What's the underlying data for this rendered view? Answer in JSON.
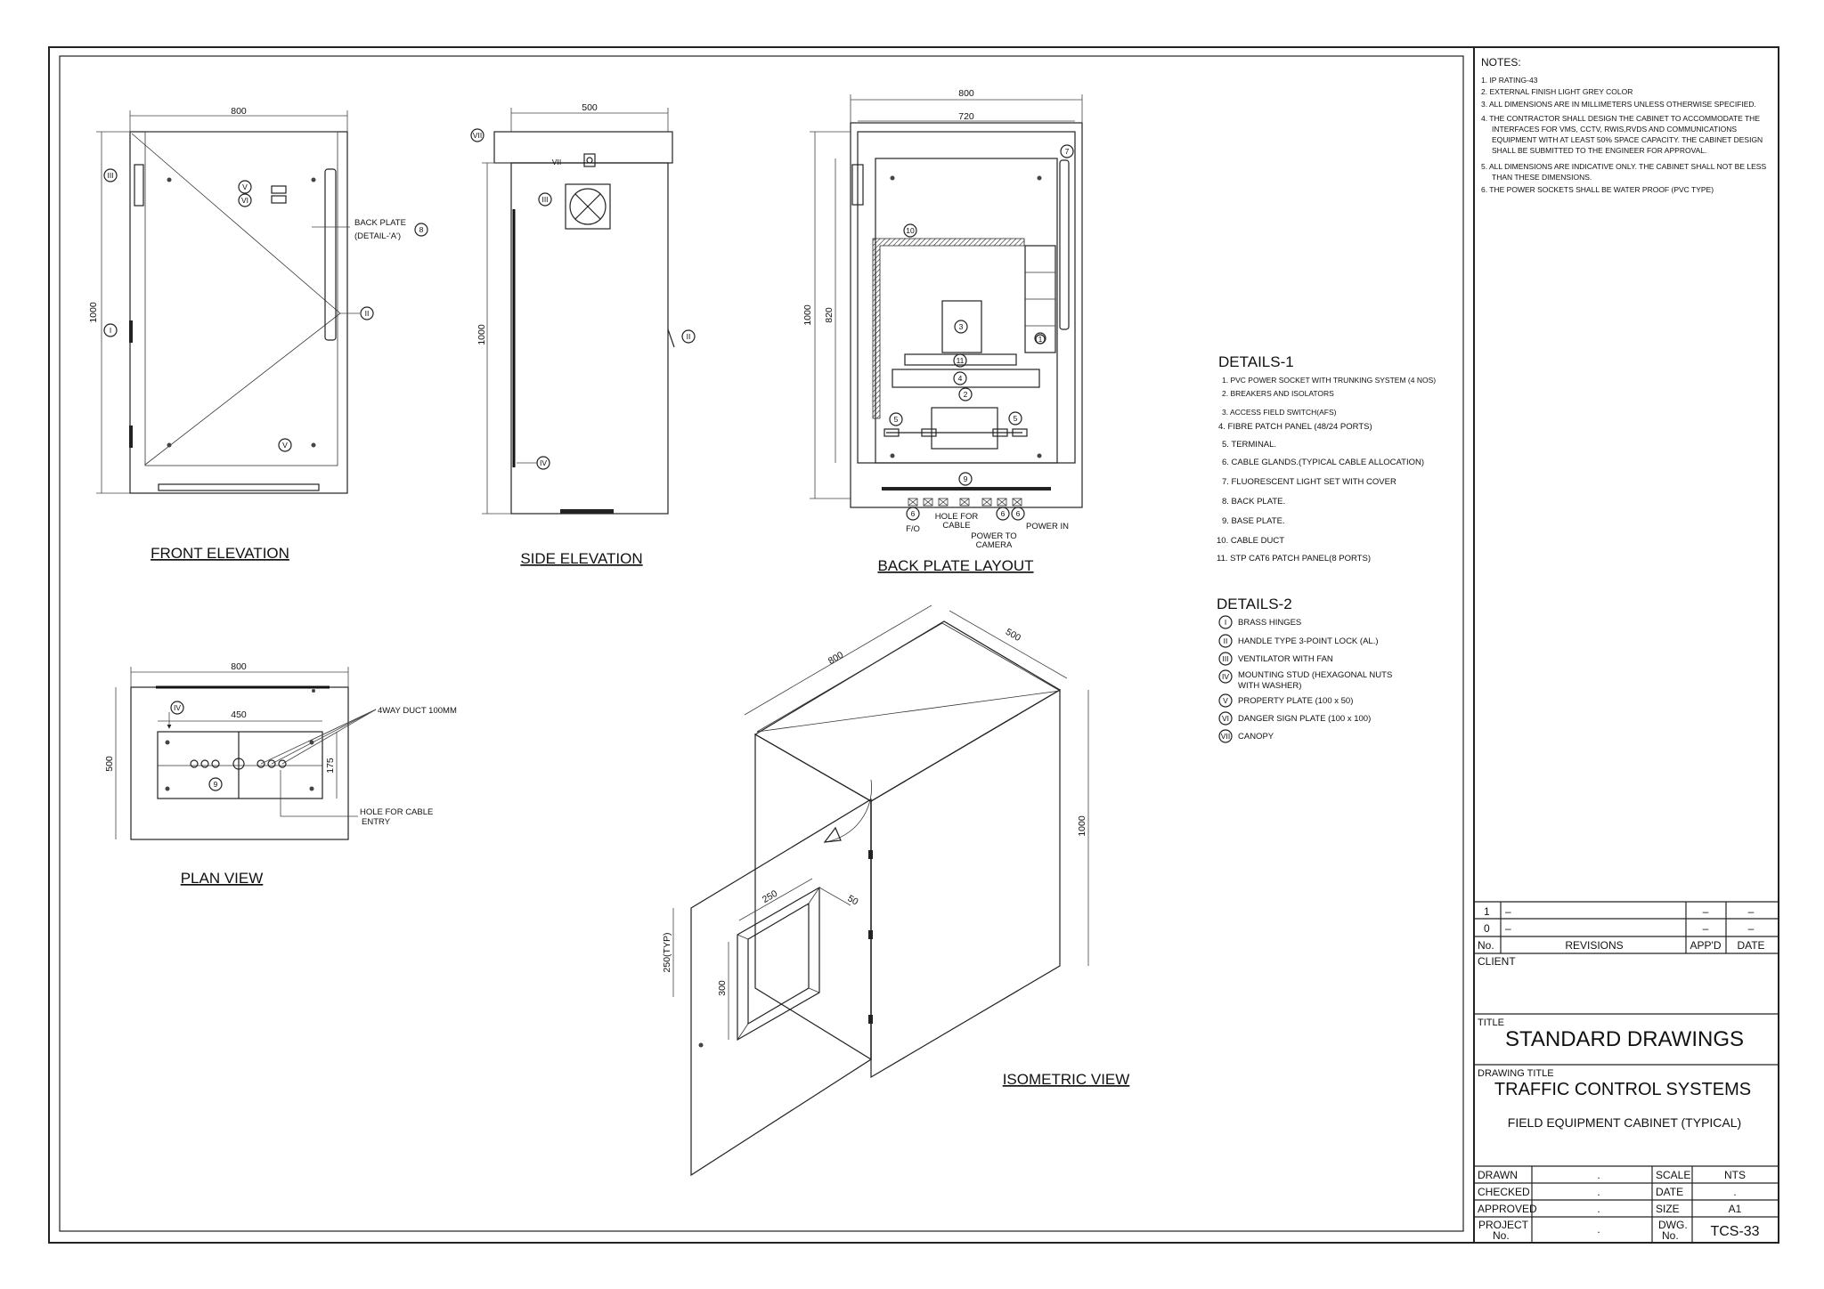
{
  "notes": {
    "heading": "NOTES:",
    "items": [
      "1. IP RATING-43",
      "2. EXTERNAL FINISH LIGHT GREY COLOR",
      "3. ALL DIMENSIONS ARE IN MILLIMETERS UNLESS OTHERWISE SPECIFIED.",
      "4. THE CONTRACTOR SHALL DESIGN THE CABINET TO ACCOMMODATE THE",
      "INTERFACES FOR VMS, CCTV, RWIS,RVDS  AND COMMUNICATIONS",
      "EQUIPMENT WITH AT LEAST 50% SPACE CAPACITY. THE CABINET DESIGN",
      "SHALL BE SUBMITTED  TO THE ENGINEER FOR APPROVAL.",
      "5. ALL DIMENSIONS ARE INDICATIVE ONLY. THE CABINET SHALL NOT BE LESS",
      "THAN THESE DIMENSIONS.",
      "6. THE POWER SOCKETS SHALL BE WATER PROOF (PVC TYPE)"
    ]
  },
  "details1": {
    "heading": "DETAILS-1",
    "items": [
      "1. PVC POWER SOCKET WITH TRUNKING SYSTEM (4 NOS)",
      "2. BREAKERS AND ISOLATORS",
      "3. ACCESS FIELD SWITCH(AFS)",
      "4. FIBRE PATCH PANEL (48/24 PORTS)",
      "5. TERMINAL.",
      "6. CABLE GLANDS.(TYPICAL CABLE ALLOCATION)",
      "7. FLUORESCENT LIGHT SET WITH COVER",
      "8. BACK PLATE.",
      "9. BASE PLATE.",
      "10. CABLE DUCT",
      "11. STP CAT6 PATCH PANEL(8 PORTS)"
    ]
  },
  "details2": {
    "heading": "DETAILS-2",
    "items": [
      {
        "num": "I",
        "text": "BRASS HINGES"
      },
      {
        "num": "II",
        "text": "HANDLE TYPE 3-POINT LOCK (AL.)"
      },
      {
        "num": "III",
        "text": "VENTILATOR WITH FAN"
      },
      {
        "num": "IV",
        "text": "MOUNTING STUD (HEXAGONAL NUTS"
      },
      {
        "num": "",
        "text": "WITH WASHER)"
      },
      {
        "num": "V",
        "text": "PROPERTY PLATE (100 x 50)"
      },
      {
        "num": "VI",
        "text": "DANGER SIGN PLATE (100 x 100)"
      },
      {
        "num": "VII",
        "text": "CANOPY"
      }
    ]
  },
  "views": {
    "front": "FRONT ELEVATION",
    "side": "SIDE ELEVATION",
    "back": "BACK PLATE LAYOUT",
    "plan": "PLAN VIEW",
    "iso": "ISOMETRIC VIEW"
  },
  "dims": {
    "d800": "800",
    "d500": "500",
    "d1000": "1000",
    "d720": "720",
    "d820": "820",
    "d450": "450",
    "d175": "175",
    "d250": "250",
    "d50": "50",
    "d300": "300",
    "d250typ": "250(TYP)"
  },
  "labels": {
    "back_plate": "BACK PLATE",
    "detail_a": "(DETAIL-'A')",
    "fo": "F/O",
    "hole_for": "HOLE FOR",
    "cable": "CABLE",
    "power_to": "POWER TO",
    "camera": "CAMERA",
    "power_in": "POWER IN",
    "duct": "4WAY DUCT 100MM",
    "hole_cable": "HOLE FOR CABLE",
    "entry": "ENTRY"
  },
  "markers": {
    "I": "I",
    "II": "II",
    "III": "III",
    "IV": "IV",
    "V": "V",
    "VI": "VI",
    "VII": "VII",
    "n1": "1",
    "n2": "2",
    "n3": "3",
    "n4": "4",
    "n5": "5",
    "n6": "6",
    "n7": "7",
    "n8": "8",
    "n9": "9",
    "n10": "10",
    "n11": "11"
  },
  "revisions": {
    "rows": [
      {
        "no": "1",
        "desc": "–",
        "appd": "–",
        "date": "–"
      },
      {
        "no": "0",
        "desc": "–",
        "appd": "–",
        "date": "–"
      }
    ],
    "header": {
      "no": "No.",
      "desc": "REVISIONS",
      "appd": "APP'D",
      "date": "DATE"
    }
  },
  "titleblock": {
    "client_label": "CLIENT",
    "title_label": "TITLE",
    "title": "STANDARD DRAWINGS",
    "drawing_title_label": "DRAWING TITLE",
    "drawing_title": "TRAFFIC CONTROL SYSTEMS",
    "drawing_subtitle": "FIELD EQUIPMENT CABINET (TYPICAL)",
    "drawn_label": "DRAWN",
    "drawn": ".",
    "checked_label": "CHECKED",
    "checked": ".",
    "approved_label": "APPROVED",
    "approved": ".",
    "project_label_1": "PROJECT",
    "project_label_2": "No.",
    "project": ".",
    "scale_label": "SCALE",
    "scale": "NTS",
    "date_label": "DATE",
    "date": ".",
    "size_label": "SIZE",
    "size": "A1",
    "dwg_label_1": "DWG.",
    "dwg_label_2": "No.",
    "dwg": "TCS-33"
  }
}
